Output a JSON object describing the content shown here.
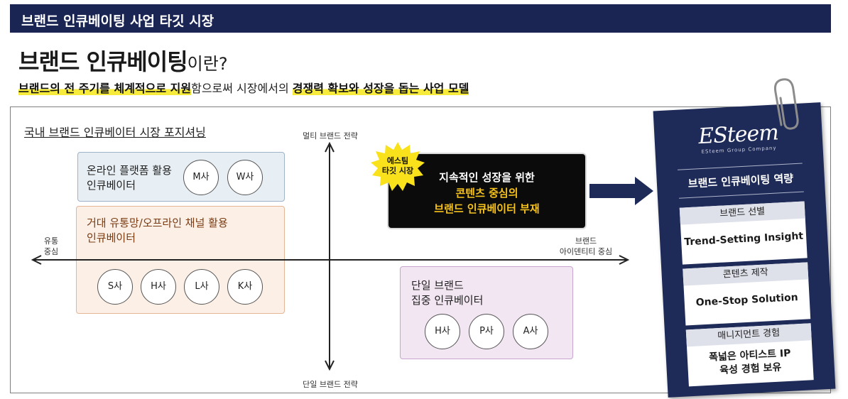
{
  "header": {
    "bar_title": "브랜드 인큐베이팅 사업 타깃 시장"
  },
  "headline": {
    "main": "브랜드 인큐베이팅",
    "suffix": "이란?"
  },
  "subline": {
    "part1_bold": "브랜드의 전 주기를 체계적으로 지원",
    "part2": "함으로써 시장에서의 ",
    "part3_bold": "경쟁력 확보와 성장을 돕는 사업 모델"
  },
  "map": {
    "title": "국내 브랜드 인큐베이터 시장 포지셔닝",
    "axis": {
      "top": "멀티 브랜드 전략",
      "bottom": "단일 브랜드 전략",
      "left_line1": "유통",
      "left_line2": "중심",
      "right_line1": "브랜드",
      "right_line2": "아이덴티티 중심"
    },
    "quadrants": {
      "online": {
        "line1": "온라인 플랫폼 활용",
        "line2": "인큐베이터",
        "companies": [
          "M사",
          "W사"
        ]
      },
      "large": {
        "line1": "거대 유통망/오프라인 채널 활용",
        "line2": "인큐베이터",
        "companies": [
          "S사",
          "H사",
          "L사",
          "K사"
        ]
      },
      "single": {
        "line1": "단일 브랜드",
        "line2": "집중 인큐베이터",
        "companies": [
          "H사",
          "P사",
          "A사"
        ]
      }
    },
    "burst": {
      "line1": "에스팀",
      "line2": "타깃 시장"
    },
    "gap_box": {
      "line1": "지속적인 성장을 위한",
      "line2": "콘텐츠 중심의",
      "line3": "브랜드 인큐베이터 부재"
    }
  },
  "card": {
    "logo": "ESteem",
    "logo_sub": "ESteem Group Company",
    "caption": "브랜드 인큐베이팅 역량",
    "sections": [
      {
        "head": "브랜드 선별",
        "body": "Trend-Setting Insight"
      },
      {
        "head": "콘텐츠 제작",
        "body": "One-Stop Solution"
      },
      {
        "head": "매니지먼트 경험",
        "body_line1": "폭넓은 아티스트 IP",
        "body_line2": "육성 경험 보유"
      }
    ]
  },
  "colors": {
    "navy": "#1b2553",
    "highlight_yellow": "#f6ea3b",
    "burst_yellow": "#f9e21b",
    "gap_orange_text": "#f6c21c",
    "online_fill": "#e7eef4",
    "large_fill": "#fcefe6",
    "single_fill": "#f3e6f3"
  }
}
